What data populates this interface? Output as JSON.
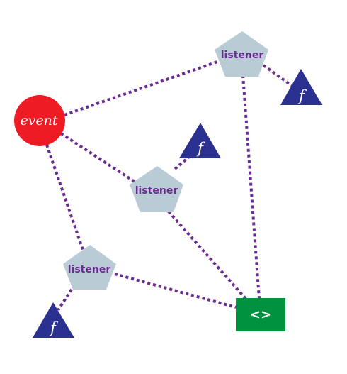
{
  "colors": {
    "edge": "#6a2c91",
    "event": "#ee1b24",
    "listener": "#b9ccd6",
    "function": "#2b3190",
    "output": "#00923f"
  },
  "nodes": {
    "event": {
      "label": "event",
      "shape": "circle"
    },
    "listener_top": {
      "label": "listener",
      "shape": "pentagon"
    },
    "listener_middle": {
      "label": "listener",
      "shape": "pentagon"
    },
    "listener_bottom": {
      "label": "listener",
      "shape": "pentagon"
    },
    "function_top": {
      "label": "f",
      "shape": "triangle"
    },
    "function_middle": {
      "label": "f",
      "shape": "triangle"
    },
    "function_bottom": {
      "label": "f",
      "shape": "triangle"
    },
    "output": {
      "label": "<>",
      "shape": "rectangle"
    }
  },
  "edges": [
    {
      "from": "event",
      "to": "listener_top"
    },
    {
      "from": "event",
      "to": "listener_middle"
    },
    {
      "from": "event",
      "to": "listener_bottom"
    },
    {
      "from": "listener_top",
      "to": "function_top"
    },
    {
      "from": "listener_middle",
      "to": "function_middle"
    },
    {
      "from": "listener_bottom",
      "to": "function_bottom"
    },
    {
      "from": "listener_top",
      "to": "output"
    },
    {
      "from": "listener_middle",
      "to": "output"
    },
    {
      "from": "listener_bottom",
      "to": "output"
    }
  ]
}
